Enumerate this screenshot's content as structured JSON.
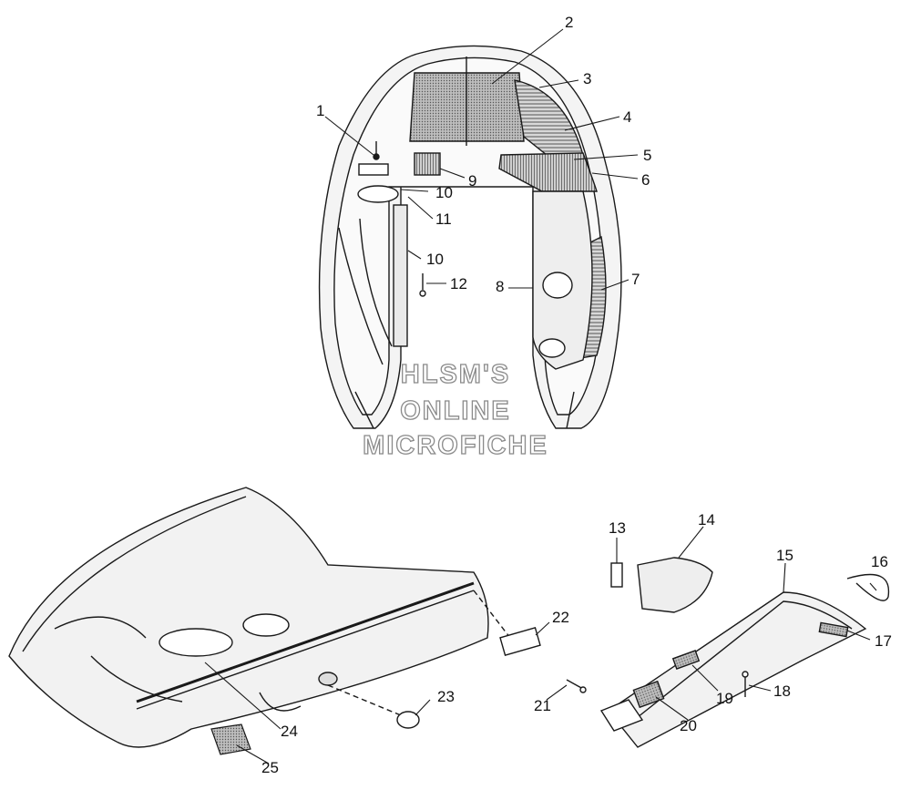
{
  "watermark": {
    "line1": "HLSM'S",
    "line2": "ONLINE",
    "line3": "MICROFICHE"
  },
  "callouts": [
    {
      "id": "c1",
      "text": "1"
    },
    {
      "id": "c2",
      "text": "2"
    },
    {
      "id": "c3",
      "text": "3"
    },
    {
      "id": "c4",
      "text": "4"
    },
    {
      "id": "c5",
      "text": "5"
    },
    {
      "id": "c6",
      "text": "6"
    },
    {
      "id": "c7",
      "text": "7"
    },
    {
      "id": "c8",
      "text": "8"
    },
    {
      "id": "c9",
      "text": "9"
    },
    {
      "id": "c10a",
      "text": "10"
    },
    {
      "id": "c11",
      "text": "11"
    },
    {
      "id": "c10b",
      "text": "10"
    },
    {
      "id": "c12",
      "text": "12"
    },
    {
      "id": "c13",
      "text": "13"
    },
    {
      "id": "c14",
      "text": "14"
    },
    {
      "id": "c15",
      "text": "15"
    },
    {
      "id": "c16",
      "text": "16"
    },
    {
      "id": "c17",
      "text": "17"
    },
    {
      "id": "c18",
      "text": "18"
    },
    {
      "id": "c19",
      "text": "19"
    },
    {
      "id": "c20",
      "text": "20"
    },
    {
      "id": "c21",
      "text": "21"
    },
    {
      "id": "c22",
      "text": "22"
    },
    {
      "id": "c23",
      "text": "23"
    },
    {
      "id": "c24",
      "text": "24"
    },
    {
      "id": "c25",
      "text": "25"
    }
  ],
  "colors": {
    "line": "#1a1a1a",
    "fill": "#f2f2f2",
    "hatch": "#6a6a6a",
    "watermark_stroke": "#8a8a8a"
  }
}
